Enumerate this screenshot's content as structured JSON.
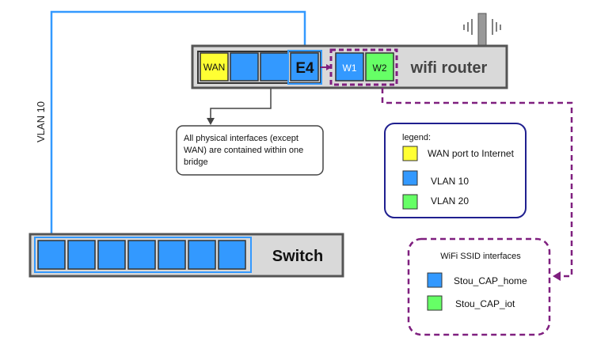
{
  "router": {
    "label": "wifi router",
    "wan_label": "WAN",
    "eth_label": "E4",
    "wifi_ports": [
      "W1",
      "W2"
    ]
  },
  "switch": {
    "label": "Switch",
    "port_count": 7
  },
  "vlan_link_label": "VLAN 10",
  "callout": {
    "lines": [
      "All physical interfaces (except",
      "WAN) are contained within one",
      "bridge"
    ]
  },
  "legend": {
    "title": "legend:",
    "items": [
      {
        "label": "WAN port to Internet",
        "color": "#ffff33"
      },
      {
        "label": "VLAN 10",
        "color": "#3399ff"
      },
      {
        "label": "VLAN 20",
        "color": "#66ff66"
      }
    ]
  },
  "ssid": {
    "title": "WiFi SSID interfaces",
    "items": [
      {
        "label": "Stou_CAP_home",
        "color": "#3399ff"
      },
      {
        "label": "Stou_CAP_iot",
        "color": "#66ff66"
      }
    ]
  },
  "colors": {
    "device_fill": "#d9d9d9",
    "device_stroke": "#555555",
    "vlan10": "#3399ff",
    "vlan20": "#66ff66",
    "wan": "#ffff33",
    "dashed": "#7f1f7f",
    "legend_border": "#1f1f8f"
  }
}
